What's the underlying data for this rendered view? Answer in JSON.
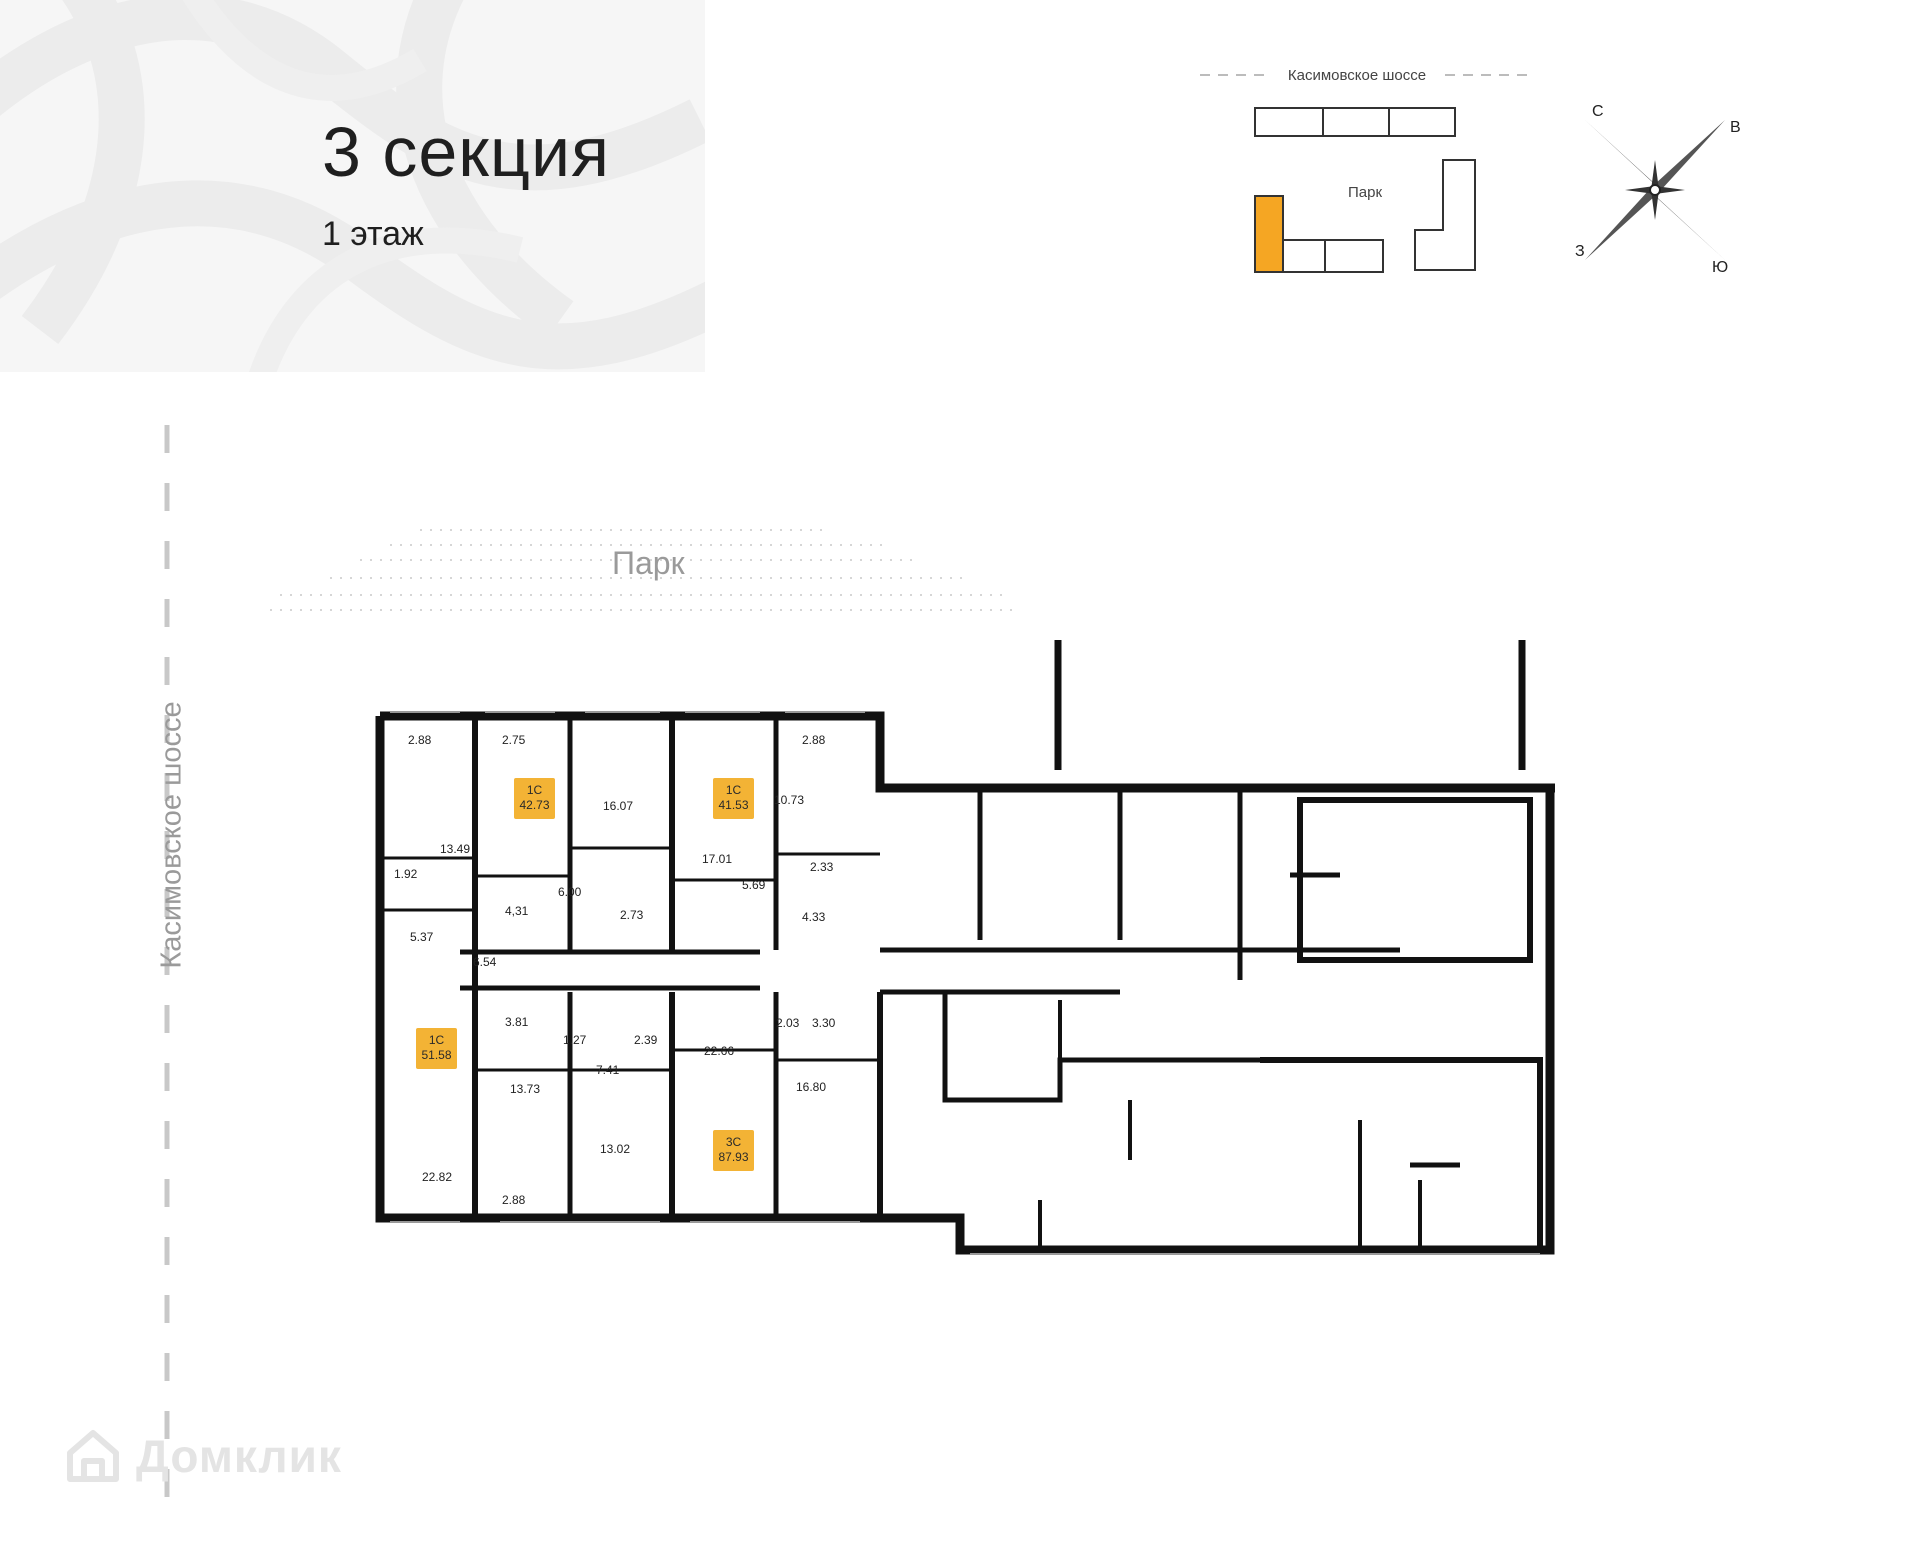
{
  "header": {
    "section_title": "3 секция",
    "floor_label": "1 этаж"
  },
  "minimap": {
    "road_label": "Касимовское шоссе",
    "park_label": "Парк",
    "highlight_color": "#f5a623"
  },
  "compass": {
    "north": "С",
    "east": "В",
    "west": "З",
    "south": "Ю"
  },
  "plan": {
    "road_label": "Касимовское шоссе",
    "park_label": "Парк",
    "apartments": [
      {
        "type": "1С",
        "area": "42.73"
      },
      {
        "type": "1С",
        "area": "41.53"
      },
      {
        "type": "1С",
        "area": "51.58"
      },
      {
        "type": "3С",
        "area": "87.93"
      }
    ],
    "rooms": [
      "2.88",
      "2.75",
      "16.07",
      "2.88",
      "10.73",
      "13.49",
      "17.01",
      "5.69",
      "2.33",
      "1.92",
      "6.00",
      "4,31",
      "2.73",
      "4.33",
      "5.37",
      "6.54",
      "3.81",
      "1.27",
      "2.39",
      "2.03",
      "3.30",
      "22.66",
      "7.41",
      "13.73",
      "16.80",
      "13.02",
      "22.82",
      "2.88"
    ]
  },
  "watermark": {
    "text": "Домклик",
    "icon": "house-icon"
  },
  "colors": {
    "accent": "#f3b335",
    "wall": "#111111"
  }
}
